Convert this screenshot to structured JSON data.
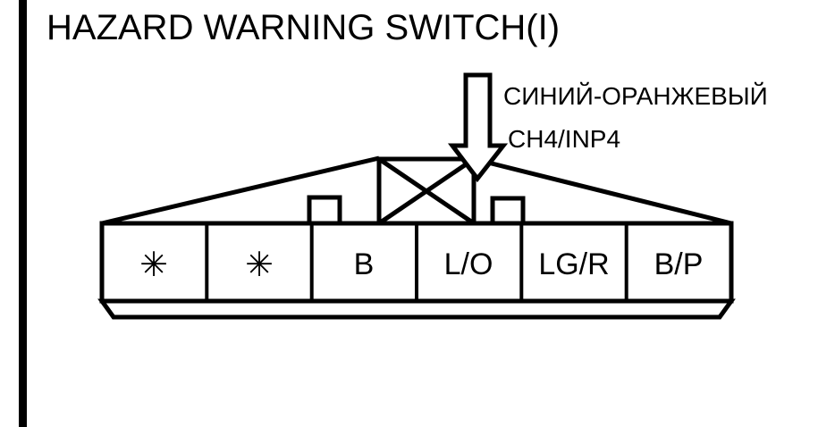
{
  "diagram": {
    "title": "HAZARD WARNING SWITCH(I)",
    "annotations": {
      "wire_color": "СИНИЙ-ОРАНЖЕВЫЙ",
      "channel": "CH4/INP4"
    },
    "connector": {
      "pin_count": 6,
      "pins": [
        {
          "index": 1,
          "label": "✳",
          "is_unused": true
        },
        {
          "index": 2,
          "label": "✳",
          "is_unused": true
        },
        {
          "index": 3,
          "label": "B",
          "is_unused": false
        },
        {
          "index": 4,
          "label": "L/O",
          "is_unused": false
        },
        {
          "index": 5,
          "label": "LG/R",
          "is_unused": false
        },
        {
          "index": 6,
          "label": "B/P",
          "is_unused": false
        }
      ],
      "highlighted_pin_index": 4
    },
    "colors": {
      "line": "#000000",
      "background": "#ffffff",
      "text": "#000000"
    }
  }
}
